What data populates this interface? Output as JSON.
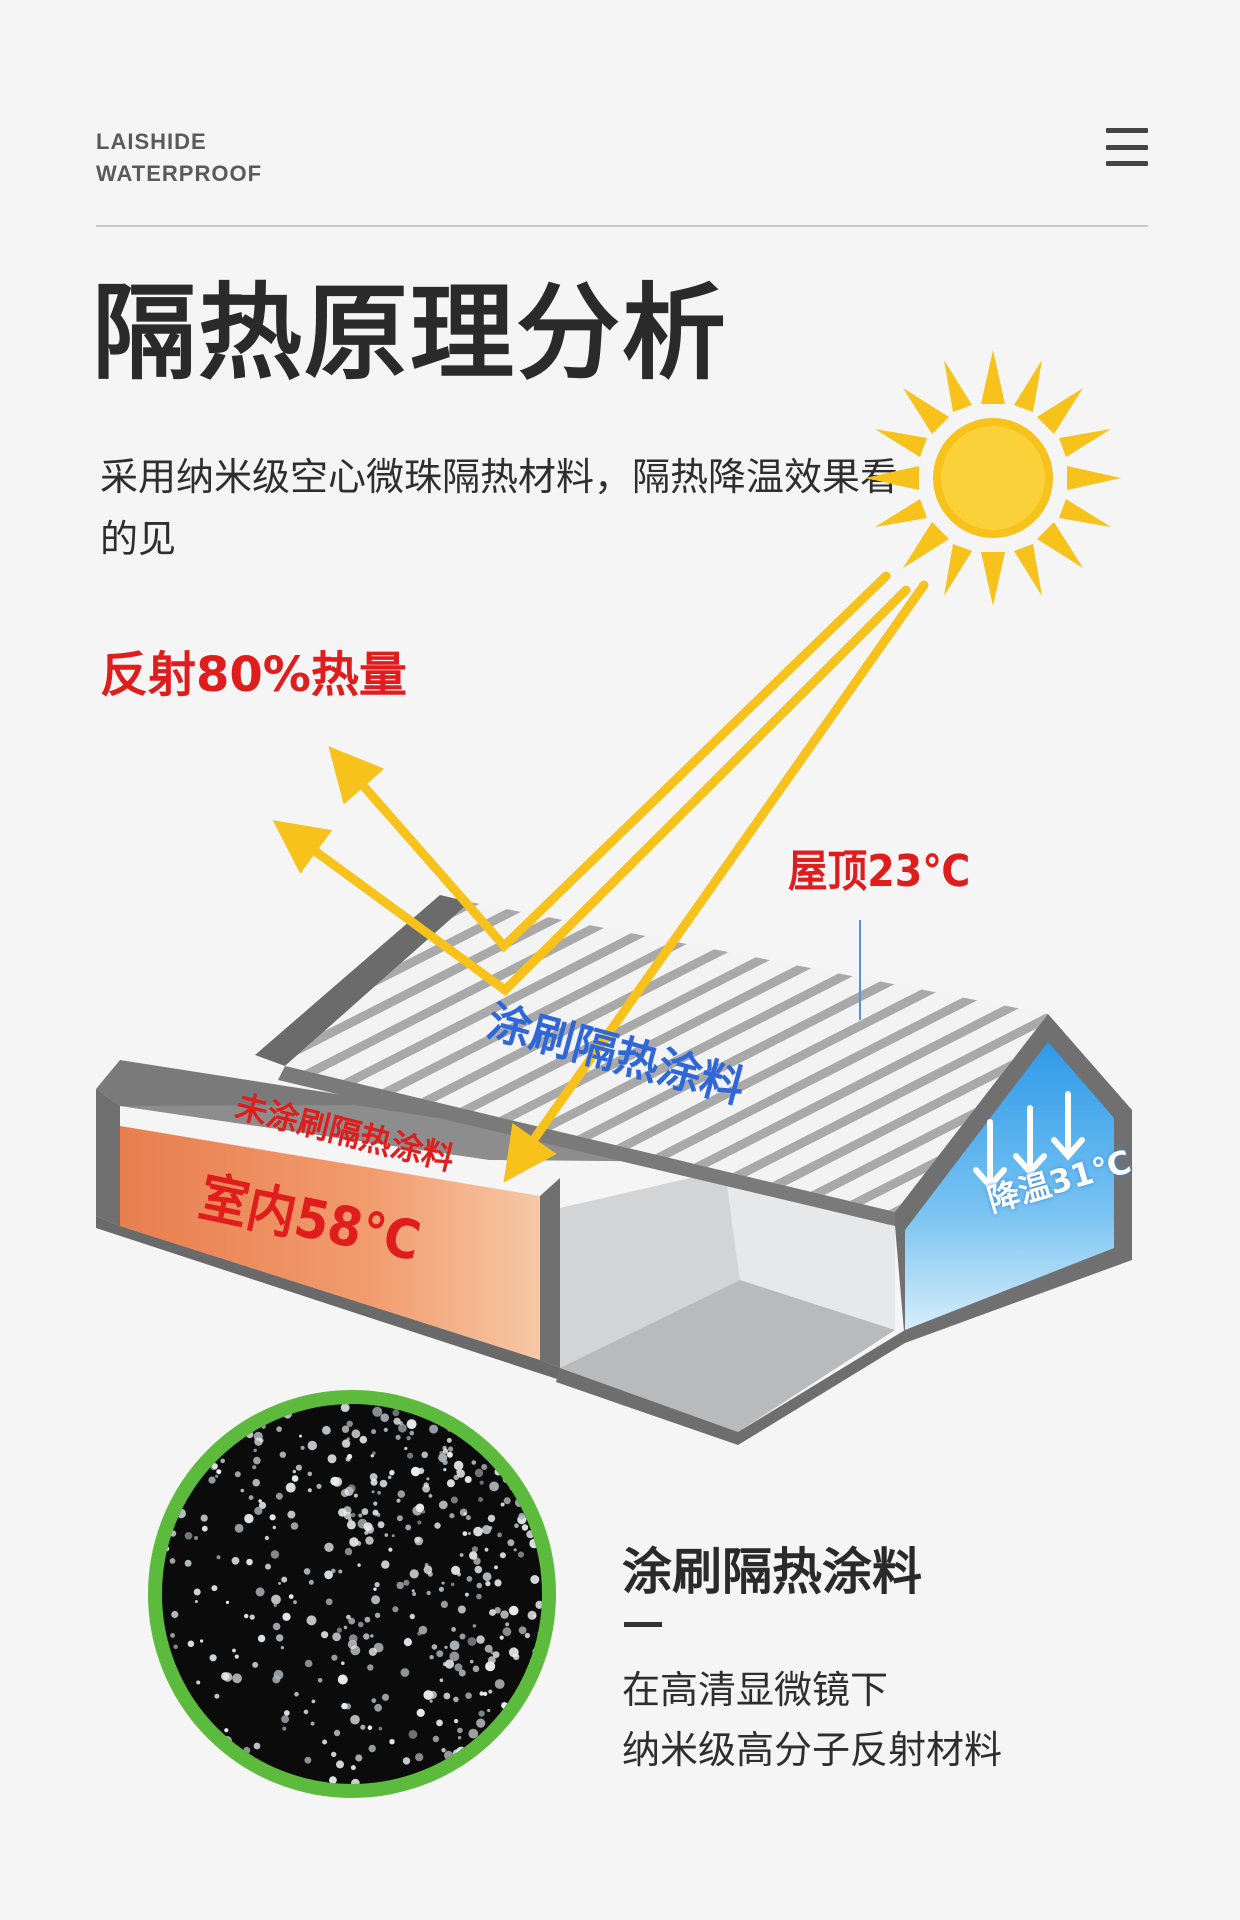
{
  "header": {
    "brand_line1": "LAISHIDE",
    "brand_line2": "WATERPROOF",
    "menu_icon": "hamburger-menu-icon"
  },
  "headline": {
    "title": "隔热原理分析",
    "subtitle": "采用纳米级空心微珠隔热材料，隔热降温效果看的见"
  },
  "illustration": {
    "reflect_label": "反射80%热量",
    "roof_temp": "屋顶23℃",
    "coated_label": "涂刷隔热涂料",
    "uncoated_label": "未涂刷隔热涂料",
    "indoor_temp": "室内58℃",
    "cool_temp": "降温31℃",
    "sun_icon": "sun-icon"
  },
  "micro": {
    "title": "涂刷隔热涂料",
    "desc_line1": "在高清显微镜下",
    "desc_line2": "纳米级高分子反射材料"
  },
  "colors": {
    "accent_red": "#e01d1d",
    "accent_blue": "#2f67d8",
    "sun_yellow": "#f6c21b",
    "circle_green": "#5cba3c"
  }
}
